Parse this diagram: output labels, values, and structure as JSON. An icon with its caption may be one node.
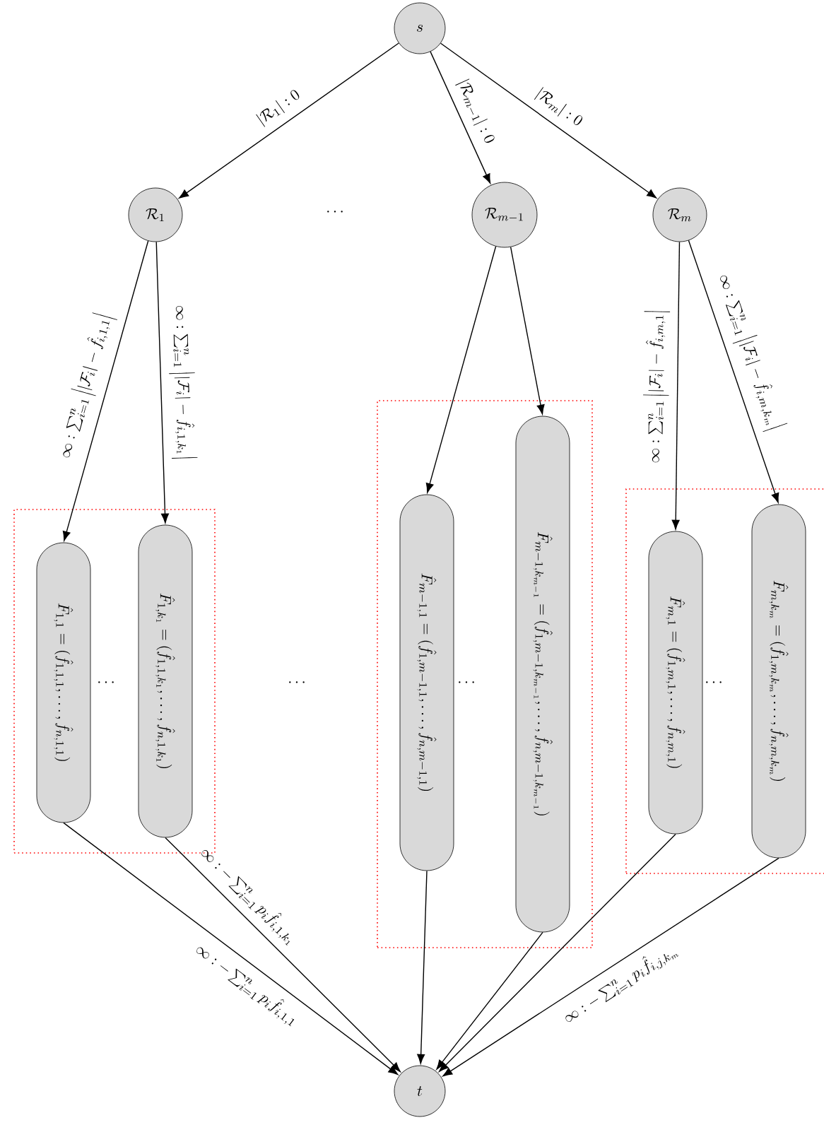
{
  "diagram": {
    "nodes": [
      {
        "text": [
          "s"
        ]
      },
      {
        "text": [
          "\\mathcal{R}_1"
        ]
      },
      {
        "text": [
          "\\mathcal{R}_{m-1}"
        ]
      },
      {
        "text": [
          "\\mathcal{R}_m"
        ]
      },
      {
        "text": [],
        "shape": "box"
      },
      {
        "text": [
          "\\hat{F}_{1,1} = (\\hat{f}_{1,1,1}, \\dots, \\hat{f}_{n,1,1})"
        ],
        "in": 4
      },
      {
        "text": [
          "\\hat{F}_{1,k_1} = (\\hat{f}_{1,1,k_1}, \\dots, \\hat{f}_{n,1,k_1})"
        ],
        "in": 4
      },
      {
        "text": [],
        "shape": "box"
      },
      {
        "text": [
          "\\hat{F}_{m-1,1} = (\\hat{f}_{1,m-1,1}, \\dots, \\hat{f}_{n,m-1,1})"
        ],
        "in": 7
      },
      {
        "text": [
          "\\hat{F}_{m-1,k_{m-1}} = (\\hat{f}_{1,m-1,k_{m-1}}, \\dots, \\hat{f}_{n,m-1,k_{m-1}})"
        ],
        "in": 7
      },
      {
        "text": [],
        "shape": "box"
      },
      {
        "text": [
          "\\hat{F}_{m,1} = (\\hat{f}_{1,m,1}, \\dots, \\hat{f}_{n,m,1})"
        ],
        "in": 10
      },
      {
        "text": [
          "\\hat{F}_{m,k_m} = (\\hat{f}_{1,m,k_m}, \\dots, \\hat{f}_{n,m,k_m})"
        ],
        "in": 10
      },
      {
        "text": [
          "t"
        ]
      }
    ],
    "edges": [
      {
        "from": 0,
        "to": 1,
        "arrow": "to",
        "label": "|\\mathcal{R}_1| : 0"
      },
      {
        "from": 0,
        "to": 2,
        "arrow": "to",
        "label": "|\\mathcal{R}_{m-1}| : 0"
      },
      {
        "from": 0,
        "to": 3,
        "arrow": "to",
        "label": "|\\mathcal{R}_m| : 0"
      },
      {
        "from": 1,
        "to": 5,
        "arrow": "to",
        "label": "\\infty : \\sum_{i=1}^n \\left| |\\mathcal{F}_i| - \\hat{f}_{i,1,1} \\right|"
      },
      {
        "from": 1,
        "to": 6,
        "arrow": "to",
        "label": "\\infty : \\sum_{i=1}^n \\left| |\\mathcal{F}_i| - \\hat{f}_{i,1,k_1} \\right|"
      },
      {
        "from": 2,
        "to": 8,
        "arrow": "to"
      },
      {
        "from": 2,
        "to": 9,
        "arrow": "to"
      },
      {
        "from": 3,
        "to": 11,
        "arrow": "to",
        "label": "\\infty : \\sum_{i=1}^n \\left| |\\mathcal{F}_i| - \\hat{f}_{i,m,1} \\right|"
      },
      {
        "from": 3,
        "to": 12,
        "arrow": "to",
        "label": "\\infty : \\sum_{i=1}^n \\left| |\\mathcal{F}_i| - \\hat{f}_{i,m,k_m} \\right|"
      },
      {
        "from": 5,
        "to": 13,
        "arrow": "to",
        "label": "\\infty : -\\sum_{i=1}^n p_i \\hat{f}_{i,1,1}"
      },
      {
        "from": 6,
        "to": 13,
        "arrow": "to",
        "label": "\\infty : -\\sum_{i=1}^n p_i \\hat{f}_{i,1,k_1}"
      },
      {
        "from": 8,
        "to": 13,
        "arrow": "to"
      },
      {
        "from": 9,
        "to": 13,
        "arrow": "to"
      },
      {
        "from": 11,
        "to": 13,
        "arrow": "to"
      },
      {
        "from": 12,
        "to": 13,
        "arrow": "to",
        "label": "\\infty : -\\sum_{i=1}^n p_i \\hat{f}_{i,j,k_m}"
      }
    ],
    "labels": [
      "\\cdots",
      "\\cdots",
      "\\cdots",
      "\\cdots",
      "\\cdots"
    ]
  }
}
